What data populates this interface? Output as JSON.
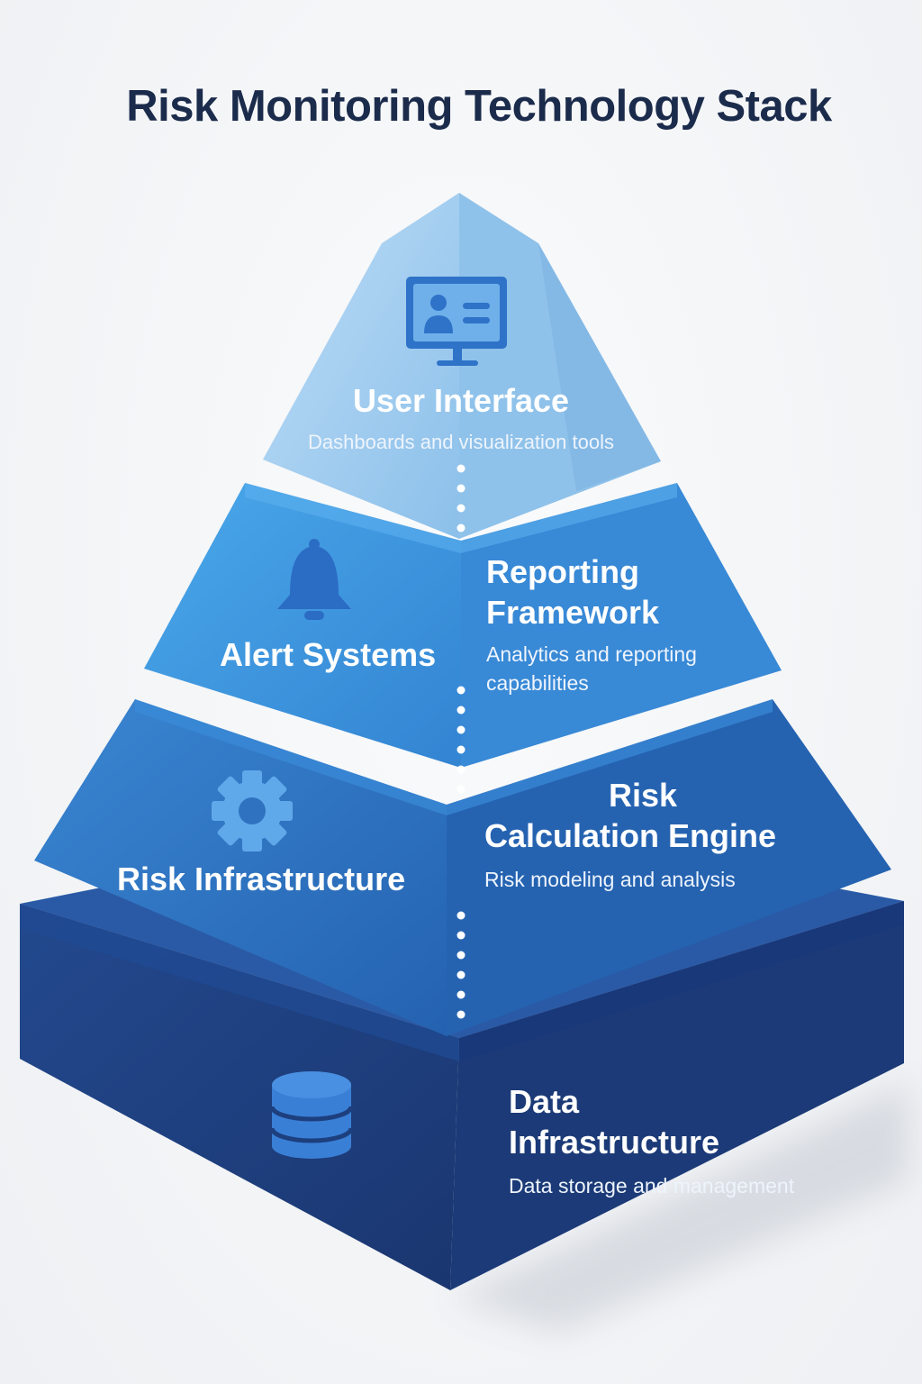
{
  "title": "Risk Monitoring Technology Stack",
  "layers": {
    "ui": {
      "name": "User Interface",
      "desc": "Dashboards and visualization tools",
      "icon": "monitor-user-icon"
    },
    "alert": {
      "name": "Alert Systems",
      "icon": "bell-icon"
    },
    "reporting": {
      "name_line1": "Reporting",
      "name_line2": "Framework",
      "desc_line1": "Analytics and reporting",
      "desc_line2": "capabilities"
    },
    "risk_infra": {
      "name": "Risk Infrastructure",
      "icon": "gear-icon"
    },
    "calc": {
      "name_line1": "Risk",
      "name_line2": "Calculation Engine",
      "desc": "Risk modeling and analysis"
    },
    "data": {
      "name_line1": "Data",
      "name_line2": "Infrastructure",
      "desc": "Data storage and management",
      "icon": "database-icon"
    }
  },
  "colors": {
    "title": "#1b2b4b",
    "tier1": "#9ccbef",
    "tier2": "#3f98e0",
    "tier3": "#2f74c2",
    "tier4": "#1c3f7d",
    "icon": "#2b6cc4"
  }
}
